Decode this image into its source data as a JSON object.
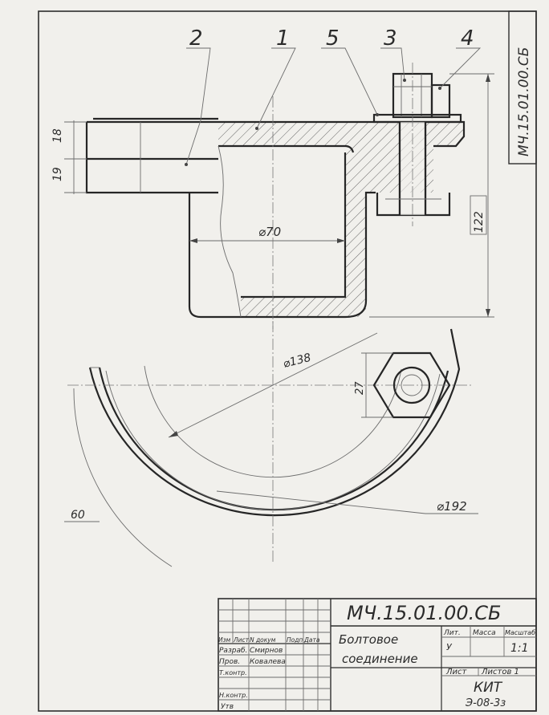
{
  "drawing": {
    "code_side": "МЧ.15.01.00.СБ",
    "part_numbers": [
      "2",
      "1",
      "5",
      "3",
      "4"
    ],
    "dimensions": {
      "d70": "⌀70",
      "d138": "⌀138",
      "d192": "⌀192",
      "h18": "18",
      "h19": "19",
      "h122": "122",
      "w27": "27",
      "r60": "60"
    }
  },
  "title_block": {
    "code": "МЧ.15.01.00.СБ",
    "name_line1": "Болтовое",
    "name_line2": "соединение",
    "header_cols": [
      "Изм",
      "Лист",
      "N докум",
      "Подп",
      "Дата"
    ],
    "roles": [
      "Разраб.",
      "Пров.",
      "Т.контр.",
      "Н.контр.",
      "Утв"
    ],
    "names": [
      "Смирнов",
      "Ковалева"
    ],
    "lit_label": "Лит.",
    "mass_label": "Масса",
    "scale_label": "Масштаб",
    "lit_value": "У",
    "scale_value": "1:1",
    "sheet_label": "Лист",
    "sheets_label": "Листов 1",
    "org_line1": "КИТ",
    "org_line2": "Э-08-3з"
  },
  "colors": {
    "paper": "#f1f0ec",
    "pencil": "#2d2d2d"
  }
}
